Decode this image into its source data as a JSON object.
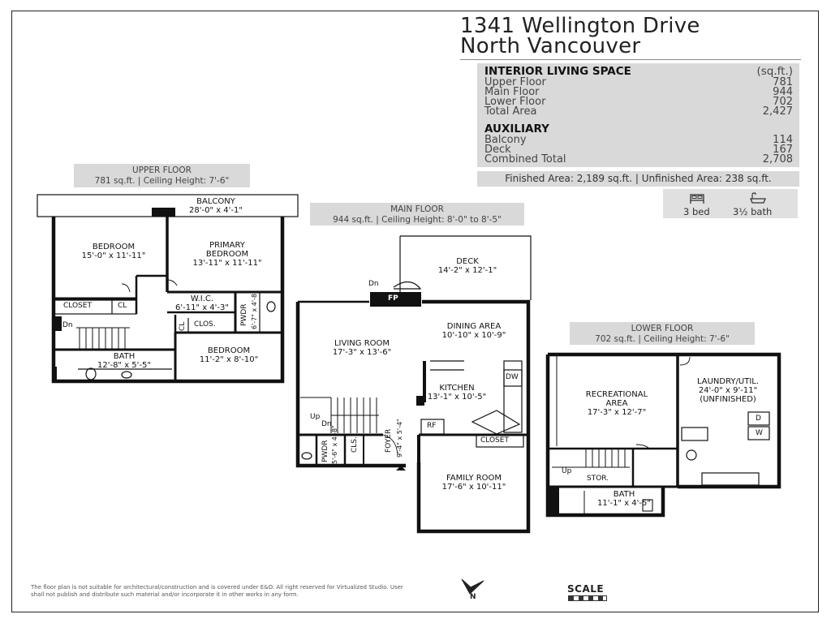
{
  "header": {
    "address_line1": "1341 Wellington Drive",
    "address_line2": "North Vancouver"
  },
  "summary": {
    "interior": {
      "heading": "INTERIOR LIVING SPACE",
      "unit": "(sq.ft.)",
      "rows": [
        {
          "label": "Upper Floor",
          "value": "781"
        },
        {
          "label": "Main Floor",
          "value": "944"
        },
        {
          "label": "Lower Floor",
          "value": "702"
        },
        {
          "label": "Total Area",
          "value": "2,427"
        }
      ]
    },
    "auxiliary": {
      "heading": "AUXILIARY",
      "rows": [
        {
          "label": "Balcony",
          "value": "114"
        },
        {
          "label": "Deck",
          "value": "167"
        },
        {
          "label": "Combined Total",
          "value": "2,708"
        }
      ]
    },
    "finished_line": "Finished Area: 2,189 sq.ft. | Unfinished Area: 238 sq.ft.",
    "beds": "3 bed",
    "baths": "3½ bath",
    "bed_icon": "bed-icon",
    "bath_icon": "bathtub-icon"
  },
  "upper_floor": {
    "title": "UPPER FLOOR",
    "subtitle": "781 sq.ft. | Ceiling Height: 7'-6\"",
    "rooms": {
      "balcony": {
        "name": "BALCONY",
        "dims": "28'-0\" x 4'-1\""
      },
      "bedroom1": {
        "name": "BEDROOM",
        "dims": "15'-0\" x 11'-11\""
      },
      "primary": {
        "name1": "PRIMARY",
        "name2": "BEDROOM",
        "dims": "13'-11\" x 11'-11\""
      },
      "closet": "CLOSET",
      "cl": "CL",
      "wic": {
        "name": "W.I.C.",
        "dims": "6'-11\" x 4'-3\""
      },
      "pwdr": "PWDR",
      "pwdr_dims": "6'-7\" x 4'-8\"",
      "cl2": "CL",
      "clos": "CLOS.",
      "dn": "Dn",
      "bath": {
        "name": "BATH",
        "dims": "12'-8\" x 5'-5\""
      },
      "bedroom2": {
        "name": "BEDROOM",
        "dims": "11'-2\" x 8'-10\""
      }
    }
  },
  "main_floor": {
    "title": "MAIN FLOOR",
    "subtitle": "944 sq.ft. | Ceiling Height: 8'-0\" to 8'-5\"",
    "rooms": {
      "deck": {
        "name": "DECK",
        "dims": "14'-2\" x 12'-1\""
      },
      "dn": "Dn",
      "fp": "FP",
      "dining": {
        "name": "DINING AREA",
        "dims": "10'-10\" x 10'-9\""
      },
      "living": {
        "name": "LIVING ROOM",
        "dims": "17'-3\" x 13'-6\""
      },
      "dw": "DW",
      "kitchen": {
        "name": "KITCHEN",
        "dims": "13'-1\" x 10'-5\""
      },
      "up": "Up",
      "dn2": "Dn",
      "rf": "RF",
      "closet": "CLOSET",
      "foyer": "FOYER",
      "foyer_dims": "9'-4\" x 5'-4\"",
      "pwdr": "PWDR",
      "pwdr_dims": "5'-6\" x 4'-8\"",
      "cls": "CLS.",
      "family": {
        "name": "FAMILY ROOM",
        "dims": "17'-6\" x 10'-11\""
      }
    }
  },
  "lower_floor": {
    "title": "LOWER FLOOR",
    "subtitle": "702 sq.ft. | Ceiling Height: 7'-6\"",
    "rooms": {
      "rec": {
        "name1": "RECREATIONAL",
        "name2": "AREA",
        "dims": "17'-3\" x 12'-7\""
      },
      "laundry": {
        "name": "LAUNDRY/UTIL.",
        "dims": "24'-0\" x 9'-11\"",
        "note": "(UNFINISHED)"
      },
      "d": "D",
      "w": "W",
      "up": "Up",
      "stor": "STOR.",
      "bath": {
        "name": "BATH",
        "dims": "11'-1\" x 4'-5\""
      }
    }
  },
  "footer": {
    "disclaimer": "The floor plan is not suitable for architectural/construction and is covered under E&O. All right reserved for Virtualized Studio. User shall not publish and distribute such material and/or incorporate it in other works in any form.",
    "north_label": "N",
    "north_icon": "north-arrow-icon",
    "scale_label": "SCALE"
  }
}
